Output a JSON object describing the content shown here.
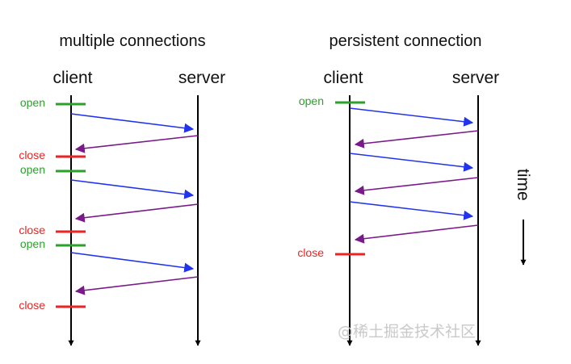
{
  "left_panel": {
    "title": "multiple connections",
    "client_label": "client",
    "server_label": "server",
    "events": [
      {
        "label": "open",
        "kind": "open"
      },
      {
        "label": "close",
        "kind": "close"
      },
      {
        "label": "open",
        "kind": "open"
      },
      {
        "label": "close",
        "kind": "close"
      },
      {
        "label": "open",
        "kind": "open"
      },
      {
        "label": "close",
        "kind": "close"
      }
    ]
  },
  "right_panel": {
    "title": "persistent connection",
    "client_label": "client",
    "server_label": "server",
    "events": [
      {
        "label": "open",
        "kind": "open"
      },
      {
        "label": "close",
        "kind": "close"
      }
    ]
  },
  "time_label": "time",
  "watermark": "@稀土掘金技术社区",
  "colors": {
    "open": "#2aa22a",
    "close": "#ee2222",
    "request_arrow": "#2233ee",
    "response_arrow": "#7a1a8a",
    "timeline": "#000000",
    "text": "#111111",
    "watermark": "#c9c9c9"
  }
}
